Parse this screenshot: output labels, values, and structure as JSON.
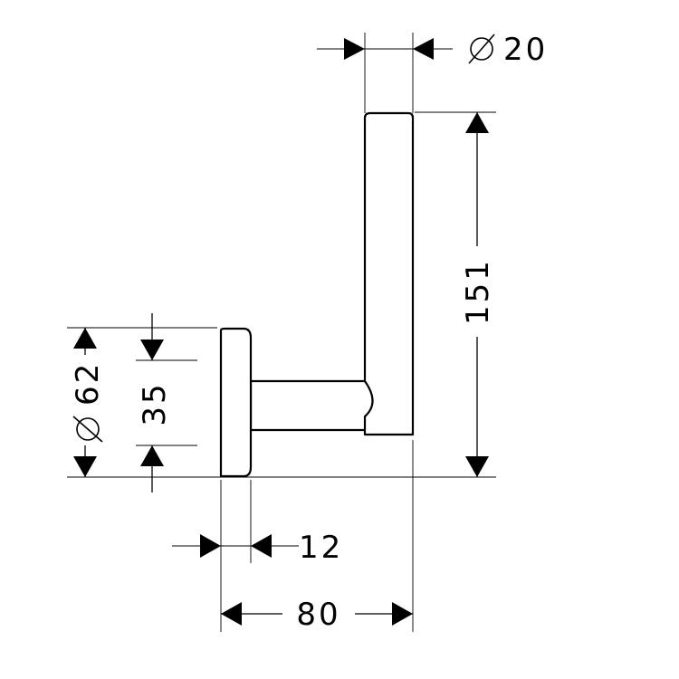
{
  "dimensions": {
    "tube_diameter": "20",
    "height": "151",
    "rosette_diameter": "62",
    "arm_diameter": "35",
    "rosette_depth": "12",
    "projection": "80"
  }
}
